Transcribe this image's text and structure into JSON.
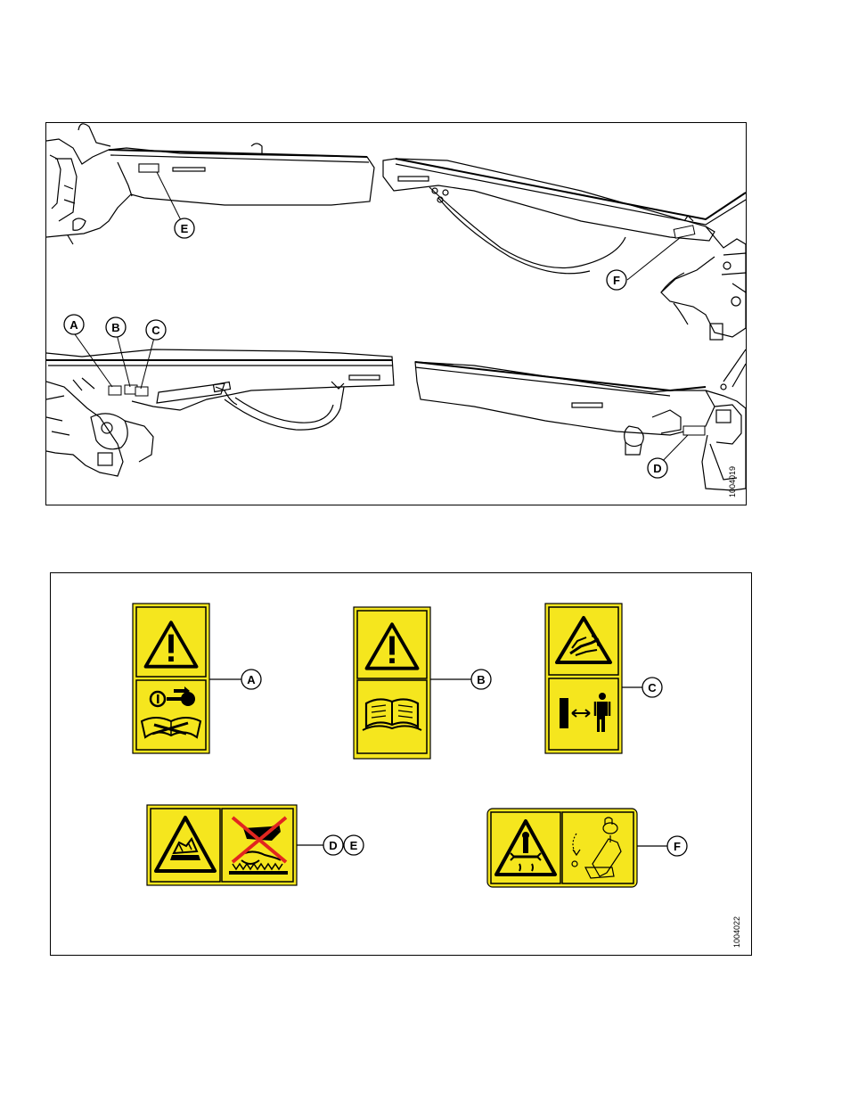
{
  "figure_frame": {
    "callouts": {
      "a": "A",
      "b": "B",
      "c": "C",
      "d": "D",
      "e": "E",
      "f": "F"
    },
    "figure_id": "1004019"
  },
  "figure_decals": {
    "callouts": {
      "a": "A",
      "b": "B",
      "c": "C",
      "d": "D",
      "e": "E",
      "f": "F"
    },
    "figure_id": "1004022"
  },
  "colors": {
    "decal_yellow": "#f5e61e",
    "decal_black": "#000000",
    "no_symbol_red": "#e2261f",
    "line": "#000000"
  },
  "icons": {
    "decal_a": [
      "warning-triangle-icon",
      "key-removal-icon",
      "manual-wrench-icon"
    ],
    "decal_b": [
      "warning-triangle-icon",
      "open-manual-icon"
    ],
    "decal_c": [
      "high-pressure-fluid-icon",
      "keep-distance-icon"
    ],
    "decal_de": [
      "crush-hazard-icon",
      "no-hand-auger-icon"
    ],
    "decal_f": [
      "reel-crush-hazard-icon",
      "lock-pin-icon"
    ]
  }
}
